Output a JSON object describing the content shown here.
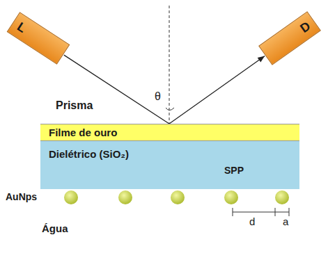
{
  "diagram": {
    "nodes": [
      {
        "text": [
          "L"
        ]
      },
      {
        "text": [
          "D"
        ]
      },
      {
        "text": [
          "Prisma"
        ]
      },
      {
        "text": [
          "Filme de ouro"
        ]
      },
      {
        "text": [
          "Dielétrico (SiO₂)"
        ]
      }
    ],
    "edges": [
      {
        "from": 0,
        "to": 1,
        "arrow": "to"
      }
    ],
    "labels": [
      "θ",
      "SPP",
      "AuNps",
      "Água",
      "d",
      "a"
    ]
  }
}
